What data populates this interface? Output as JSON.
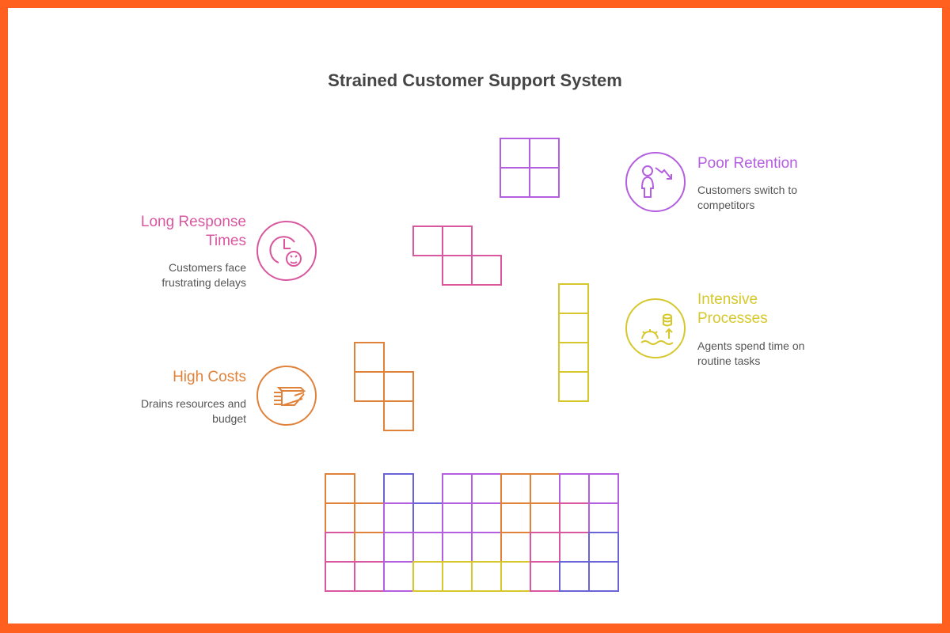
{
  "title": "Strained Customer Support System",
  "colors": {
    "orange": "#E0823A",
    "pink": "#D9579F",
    "purple": "#B45EE0",
    "blue": "#6B63D8",
    "yellow": "#D6C82C",
    "frame": "#FF5F1F"
  },
  "items": [
    {
      "title_line1": "Long Response",
      "title_line2": "Times",
      "desc_line1": "Customers face",
      "desc_line2": "frustrating delays",
      "color": "#D9579F",
      "icon": "clock-frustrated-face-icon"
    },
    {
      "title_line1": "High Costs",
      "title_line2": "",
      "desc_line1": "Drains resources and",
      "desc_line2": "budget",
      "color": "#E0823A",
      "icon": "money-stack-icon"
    },
    {
      "title_line1": "Poor Retention",
      "title_line2": "",
      "desc_line1": "Customers switch to",
      "desc_line2": "competitors",
      "color": "#B45EE0",
      "icon": "person-trend-down-icon"
    },
    {
      "title_line1": "Intensive",
      "title_line2": "Processes",
      "desc_line1": "Agents spend time on",
      "desc_line2": "routine tasks",
      "color": "#D6C82C",
      "icon": "gear-database-arrow-icon"
    }
  ],
  "grid": [
    [
      "orange",
      null,
      "blue",
      null,
      "purple",
      "purple",
      "orange",
      "orange",
      "purple",
      "purple"
    ],
    [
      "orange",
      "orange",
      "purple",
      "blue",
      "purple",
      "purple",
      "orange",
      "orange",
      "pink",
      "purple"
    ],
    [
      "pink",
      "orange",
      "purple",
      "purple",
      "purple",
      "purple",
      "orange",
      "pink",
      "pink",
      "blue"
    ],
    [
      "pink",
      "pink",
      "purple",
      "yellow",
      "yellow",
      "yellow",
      "yellow",
      "pink",
      "blue",
      "blue"
    ]
  ]
}
